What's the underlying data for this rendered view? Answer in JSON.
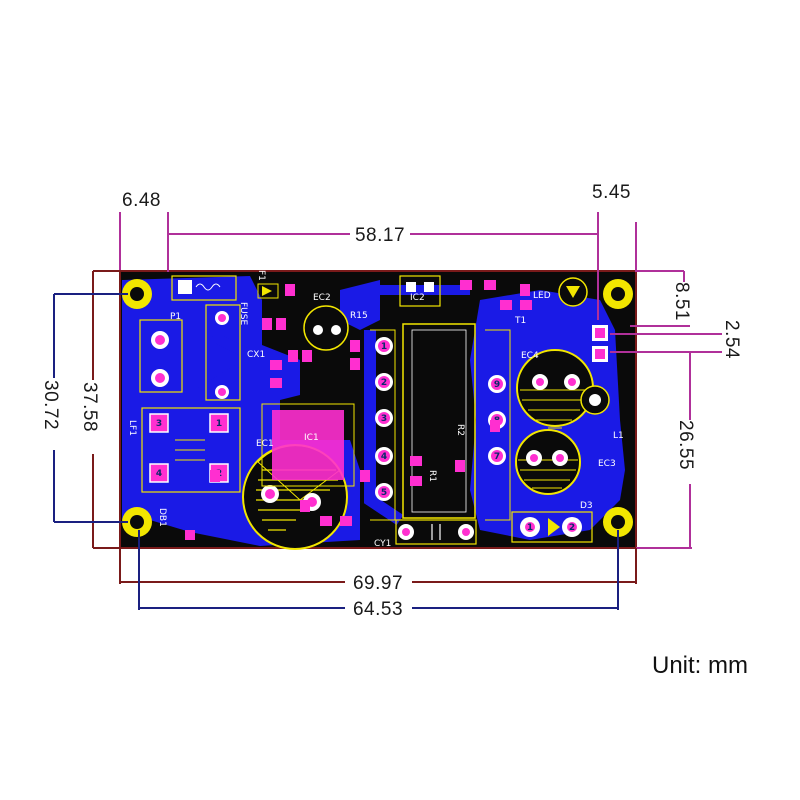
{
  "colors": {
    "board": "#0a0a0a",
    "copper": "#1a1ae6",
    "pad": "#ff2fd0",
    "silkscreen": "#f2e600",
    "dim_magenta": "#b0309a",
    "dim_darkred": "#7a1a1a",
    "dim_navy": "#1a2080"
  },
  "dimensions": {
    "top_left_offset": "6.48",
    "top_hole_span": "58.17",
    "top_right_offset": "5.45",
    "right_top_offset": "8.51",
    "right_small_pitch": "2.54",
    "right_hole_span": "26.55",
    "left_board_height": "37.58",
    "left_hole_span": "30.72",
    "board_width": "69.97",
    "bottom_hole_span": "64.53"
  },
  "unit_label": "Unit: mm",
  "pcb": {
    "refs": {
      "fuse": "FUSE",
      "fuse_ref": "F1",
      "ec2": "EC2",
      "ic2": "IC2",
      "led": "LED",
      "p1": "P1",
      "cx1": "CX1",
      "t1": "T1",
      "ec4": "EC4",
      "ic1": "IC1",
      "ec1": "EC1",
      "cy1": "CY1",
      "l1": "L1",
      "ec3": "EC3",
      "d3": "D3",
      "lf1": "LF1",
      "r15": "R15",
      "db1": "DB1",
      "r1": "R1",
      "r2": "R2"
    },
    "pad_numbers": [
      "1",
      "2",
      "3",
      "4",
      "5",
      "9",
      "8",
      "7",
      "1",
      "2",
      "3",
      "4",
      "1",
      "2"
    ]
  }
}
